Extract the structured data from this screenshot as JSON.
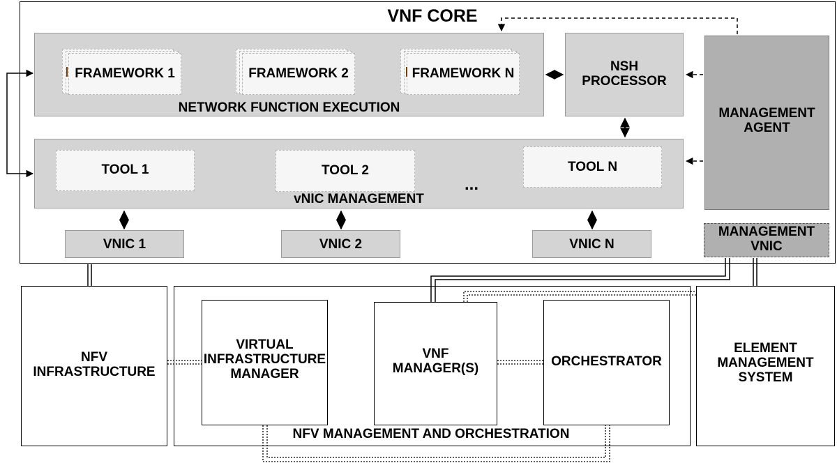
{
  "vnf_core": {
    "title": "VNF CORE",
    "nfe": {
      "label": "NETWORK FUNCTION EXECUTION",
      "frameworks": [
        "FRAMEWORK 1",
        "FRAMEWORK 2",
        "FRAMEWORK N"
      ]
    },
    "nsh": "NSH\nPROCESSOR",
    "vnic_mgmt": {
      "label": "vNIC MANAGEMENT",
      "tools": [
        "TOOL 1",
        "TOOL 2",
        "TOOL N"
      ],
      "ellipsis": "..."
    },
    "vnics": [
      "VNIC 1",
      "VNIC 2",
      "VNIC N"
    ],
    "mgmt_agent": "MANAGEMENT\nAGENT",
    "mgmt_vnic": "MANAGEMENT\nVNIC"
  },
  "nfv_infra": "NFV\nINFRASTRUCTURE",
  "mano": {
    "label": "NFV MANAGEMENT AND ORCHESTRATION",
    "vim": "VIRTUAL\nINFRASTRUCTURE\nMANAGER",
    "vnfm": "VNF\nMANAGER(S)",
    "orchestrator": "ORCHESTRATOR"
  },
  "ems": "ELEMENT\nMANAGEMENT\nSYSTEM"
}
